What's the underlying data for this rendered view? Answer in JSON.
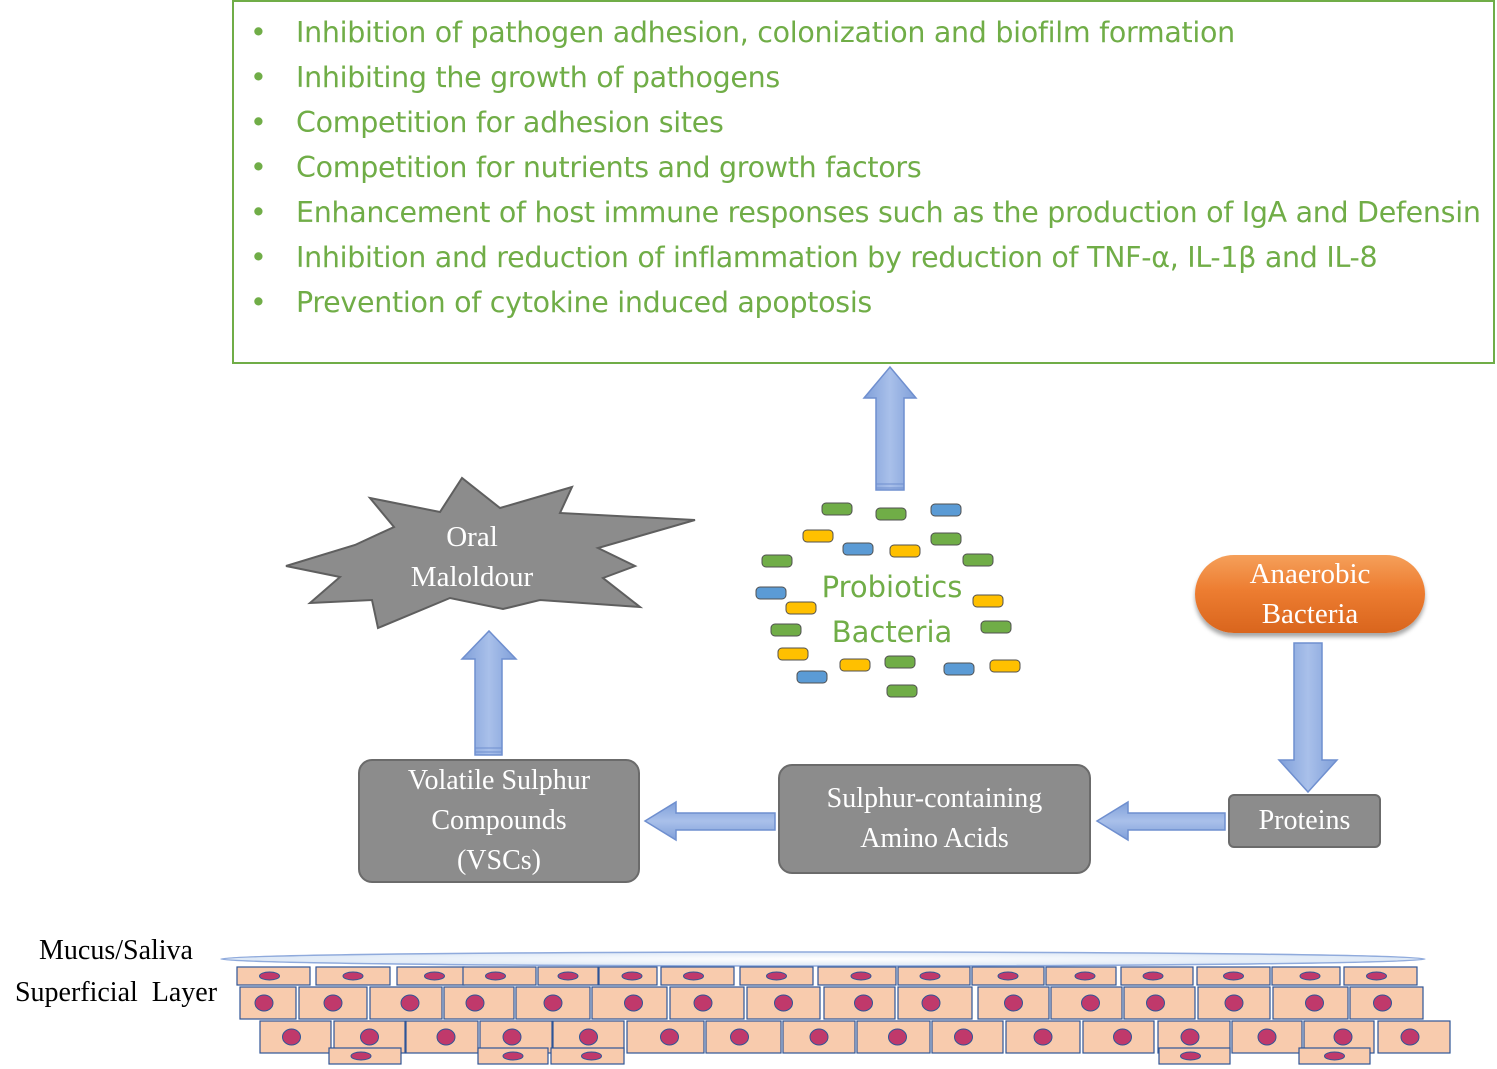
{
  "benefits": [
    "Inhibition of pathogen adhesion, colonization and biofilm formation",
    "Inhibiting the growth of pathogens",
    "Competition for adhesion sites",
    "Competition for nutrients and growth factors",
    "Enhancement of host immune responses such as the production of IgA and Defensin",
    "Inhibition and reduction of inflammation by reduction of TNF-α, IL-1β and IL-8",
    "Prevention of cytokine induced apoptosis"
  ],
  "bullet_symbol": "•",
  "nodes": {
    "maloldour": {
      "line1": "Oral",
      "line2": "Maloldour"
    },
    "probiotics": {
      "line1": "Probiotics",
      "line2": "Bacteria"
    },
    "anaerobic": {
      "line1": "Anaerobic",
      "line2": "Bacteria"
    },
    "vsc": {
      "line1": "Volatile Sulphur",
      "line2": "Compounds",
      "line3": "(VSCs)"
    },
    "amino": {
      "line1": "Sulphur-containing",
      "line2": "Amino Acids"
    },
    "proteins": {
      "label": "Proteins"
    }
  },
  "tissue_labels": {
    "mucus": "Mucus/Saliva",
    "superficial": "Superficial  Layer"
  },
  "colors": {
    "green_text": "#70ad47",
    "arrow_fill": "#8faadc",
    "grey_box": "#8c8c8c",
    "orange": "#ed7d31",
    "cell_fill": "#f8cbad",
    "cell_border": "#2f5597",
    "nucleus": "#c0396b",
    "bacteria_green": "#70ad47",
    "bacteria_blue": "#5b9bd5",
    "bacteria_yellow": "#ffc000"
  }
}
